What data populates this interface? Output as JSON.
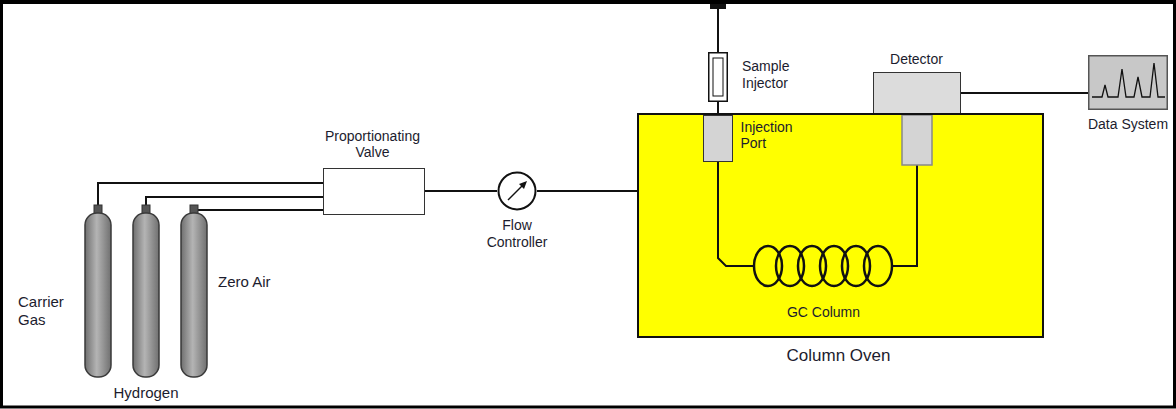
{
  "diagram": {
    "nodes": [
      {
        "text": [
          "Carrier Gas"
        ]
      },
      {
        "text": [
          "Hydrogen"
        ]
      },
      {
        "text": [
          "Zero Air"
        ]
      },
      {
        "text": [
          "Proportionating Valve"
        ]
      },
      {
        "text": [
          "Flow Controller"
        ]
      },
      {
        "text": [
          "Sample Injector"
        ]
      },
      {
        "text": [
          "Detector"
        ]
      },
      {
        "text": [
          "Data System"
        ]
      },
      {
        "text": [
          "Column Oven"
        ]
      },
      {
        "text": [
          "Injection Port"
        ],
        "in": 8
      },
      {
        "text": [
          "GC Column"
        ],
        "in": 8
      }
    ],
    "edges": [
      {
        "from": 0,
        "to": 3,
        "arrow": "none"
      },
      {
        "from": 1,
        "to": 3,
        "arrow": "none"
      },
      {
        "from": 2,
        "to": 3,
        "arrow": "none"
      },
      {
        "from": 3,
        "to": 4,
        "arrow": "none"
      },
      {
        "from": 4,
        "to": 8,
        "arrow": "none"
      },
      {
        "from": 5,
        "to": 9,
        "arrow": "none"
      },
      {
        "from": 9,
        "to": 10,
        "arrow": "none"
      },
      {
        "from": 10,
        "to": 6,
        "arrow": "none"
      },
      {
        "from": 6,
        "to": 7,
        "arrow": "none"
      }
    ]
  }
}
